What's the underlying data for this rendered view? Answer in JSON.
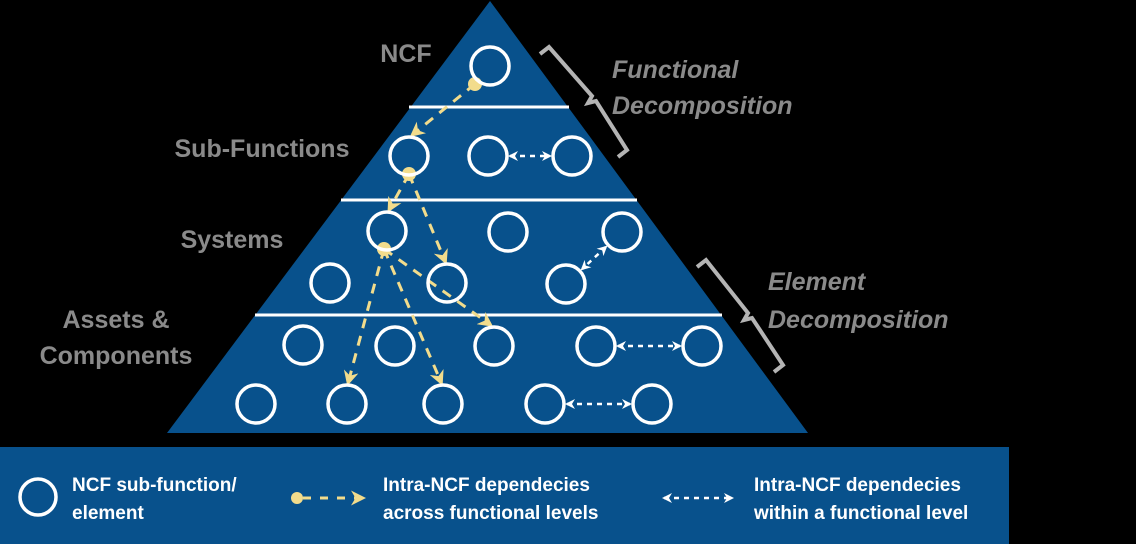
{
  "colors": {
    "background": "#000000",
    "pyramid": "#08518c",
    "node_stroke": "#ffffff",
    "cross_level_dependency": "#f2dc8c",
    "within_level_dependency": "#ffffff",
    "label_text": "#8a8a8a",
    "bracket": "#b4b4b4",
    "legend_bg": "#08518c",
    "legend_text": "#ffffff"
  },
  "levels": [
    {
      "id": "ncf",
      "label_lines": [
        "NCF"
      ]
    },
    {
      "id": "sub-functions",
      "label_lines": [
        "Sub-Functions"
      ]
    },
    {
      "id": "systems",
      "label_lines": [
        "Systems"
      ]
    },
    {
      "id": "assets",
      "label_lines": [
        "Assets &",
        "Components"
      ]
    }
  ],
  "decompositions": [
    {
      "id": "functional",
      "label_lines": [
        "Functional",
        "Decomposition"
      ],
      "spans_levels": [
        "ncf",
        "sub-functions"
      ]
    },
    {
      "id": "element",
      "label_lines": [
        "Element",
        "Decomposition"
      ],
      "spans_levels": [
        "systems",
        "assets"
      ]
    }
  ],
  "nodes": [
    {
      "id": "n0",
      "level": "ncf"
    },
    {
      "id": "s1",
      "level": "sub-functions"
    },
    {
      "id": "s2",
      "level": "sub-functions"
    },
    {
      "id": "s3",
      "level": "sub-functions"
    },
    {
      "id": "y1",
      "level": "systems"
    },
    {
      "id": "y2",
      "level": "systems"
    },
    {
      "id": "y3",
      "level": "systems"
    },
    {
      "id": "y4",
      "level": "systems"
    },
    {
      "id": "y5",
      "level": "systems"
    },
    {
      "id": "y6",
      "level": "systems"
    },
    {
      "id": "a1",
      "level": "assets"
    },
    {
      "id": "a2",
      "level": "assets"
    },
    {
      "id": "a3",
      "level": "assets"
    },
    {
      "id": "a4",
      "level": "assets"
    },
    {
      "id": "a5",
      "level": "assets"
    },
    {
      "id": "b1",
      "level": "assets"
    },
    {
      "id": "b2",
      "level": "assets"
    },
    {
      "id": "b3",
      "level": "assets"
    },
    {
      "id": "b4",
      "level": "assets"
    },
    {
      "id": "b5",
      "level": "assets"
    }
  ],
  "cross_level_dependencies": [
    {
      "from": "n0",
      "to": "s1"
    },
    {
      "from": "s1",
      "to": "y1"
    },
    {
      "from": "s1",
      "to": "y5"
    },
    {
      "from": "y1",
      "to": "a3"
    },
    {
      "from": "y1",
      "to": "b2"
    },
    {
      "from": "y1",
      "to": "b3"
    }
  ],
  "within_level_dependencies": [
    {
      "a": "s2",
      "b": "s3"
    },
    {
      "a": "y3",
      "b": "y6"
    },
    {
      "a": "a4",
      "b": "a5"
    },
    {
      "a": "b4",
      "b": "b5"
    }
  ],
  "legend": [
    {
      "id": "node",
      "icon": "circle-icon",
      "lines": [
        "NCF sub-function/",
        "element"
      ]
    },
    {
      "id": "cross",
      "icon": "dashed-dot-arrow-icon",
      "lines": [
        "Intra-NCF dependecies",
        "across functional levels"
      ]
    },
    {
      "id": "within",
      "icon": "double-dashed-arrow-icon",
      "lines": [
        "Intra-NCF dependecies",
        "within a functional level"
      ]
    }
  ]
}
